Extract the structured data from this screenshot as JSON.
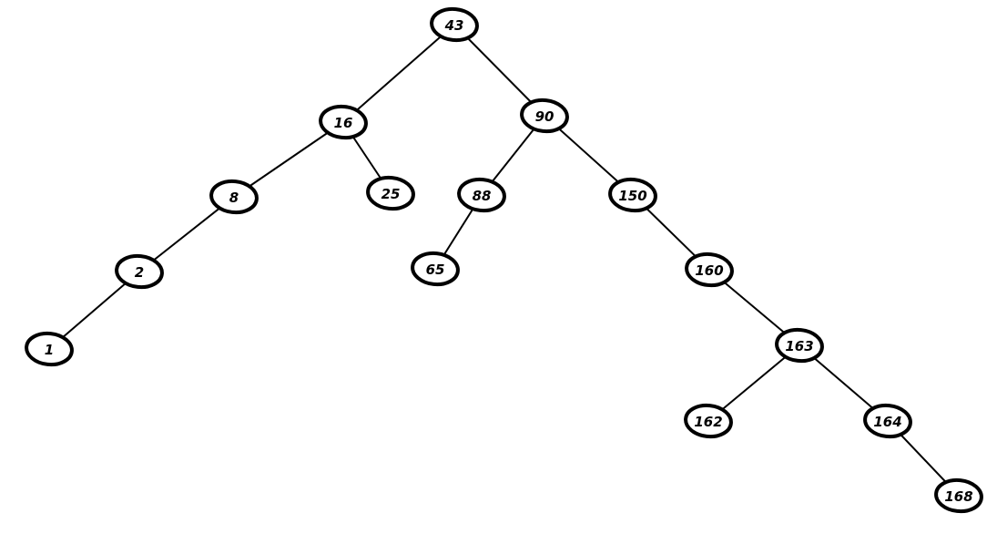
{
  "tree": {
    "nodes": [
      {
        "id": "n43",
        "label": "43"
      },
      {
        "id": "n16",
        "label": "16"
      },
      {
        "id": "n90",
        "label": "90"
      },
      {
        "id": "n8",
        "label": "8"
      },
      {
        "id": "n25",
        "label": "25"
      },
      {
        "id": "n88",
        "label": "88"
      },
      {
        "id": "n150",
        "label": "150"
      },
      {
        "id": "n2",
        "label": "2"
      },
      {
        "id": "n65",
        "label": "65"
      },
      {
        "id": "n160",
        "label": "160"
      },
      {
        "id": "n1",
        "label": "1"
      },
      {
        "id": "n163",
        "label": "163"
      },
      {
        "id": "n162",
        "label": "162"
      },
      {
        "id": "n164",
        "label": "164"
      },
      {
        "id": "n168",
        "label": "168"
      }
    ],
    "edges": [
      {
        "from": "n43",
        "to": "n16"
      },
      {
        "from": "n43",
        "to": "n90"
      },
      {
        "from": "n16",
        "to": "n8"
      },
      {
        "from": "n16",
        "to": "n25"
      },
      {
        "from": "n8",
        "to": "n2"
      },
      {
        "from": "n2",
        "to": "n1"
      },
      {
        "from": "n90",
        "to": "n88"
      },
      {
        "from": "n90",
        "to": "n150"
      },
      {
        "from": "n88",
        "to": "n65"
      },
      {
        "from": "n150",
        "to": "n160"
      },
      {
        "from": "n160",
        "to": "n163"
      },
      {
        "from": "n163",
        "to": "n162"
      },
      {
        "from": "n163",
        "to": "n164"
      },
      {
        "from": "n164",
        "to": "n168"
      }
    ]
  }
}
